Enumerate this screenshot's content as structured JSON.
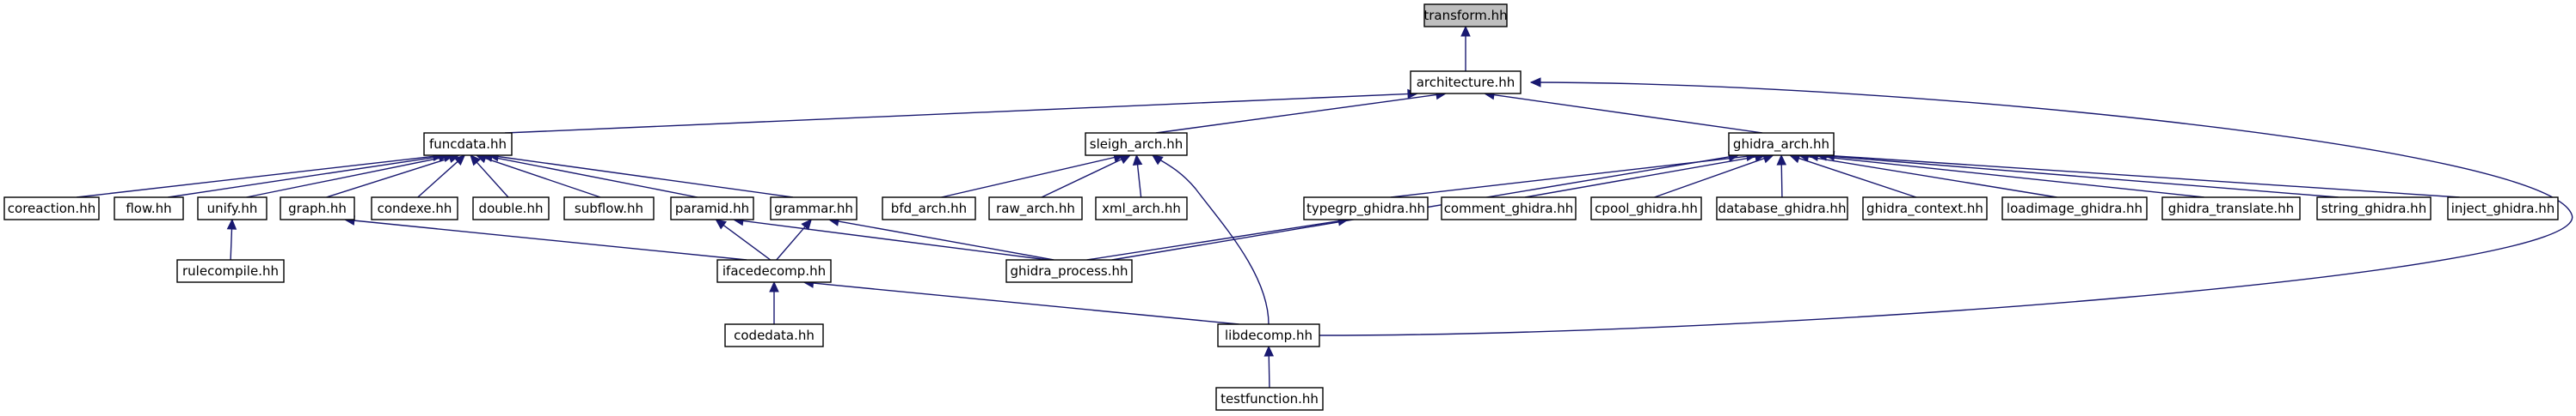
{
  "diagram": {
    "root": "transform.hh",
    "colors": {
      "edge": "#191970",
      "root_fill": "#bfbfbf",
      "node_fill": "#ffffff",
      "border": "#000000"
    },
    "nodes": [
      {
        "id": "transform",
        "label": "transform.hh"
      },
      {
        "id": "architecture",
        "label": "architecture.hh"
      },
      {
        "id": "funcdata",
        "label": "funcdata.hh"
      },
      {
        "id": "sleigh_arch",
        "label": "sleigh_arch.hh"
      },
      {
        "id": "ghidra_arch",
        "label": "ghidra_arch.hh"
      },
      {
        "id": "coreaction",
        "label": "coreaction.hh"
      },
      {
        "id": "flow",
        "label": "flow.hh"
      },
      {
        "id": "unify",
        "label": "unify.hh"
      },
      {
        "id": "graph",
        "label": "graph.hh"
      },
      {
        "id": "condexe",
        "label": "condexe.hh"
      },
      {
        "id": "double",
        "label": "double.hh"
      },
      {
        "id": "subflow",
        "label": "subflow.hh"
      },
      {
        "id": "paramid",
        "label": "paramid.hh"
      },
      {
        "id": "grammar",
        "label": "grammar.hh"
      },
      {
        "id": "bfd_arch",
        "label": "bfd_arch.hh"
      },
      {
        "id": "raw_arch",
        "label": "raw_arch.hh"
      },
      {
        "id": "xml_arch",
        "label": "xml_arch.hh"
      },
      {
        "id": "typegrp_ghidra",
        "label": "typegrp_ghidra.hh"
      },
      {
        "id": "comment_ghidra",
        "label": "comment_ghidra.hh"
      },
      {
        "id": "cpool_ghidra",
        "label": "cpool_ghidra.hh"
      },
      {
        "id": "database_ghidra",
        "label": "database_ghidra.hh"
      },
      {
        "id": "ghidra_context",
        "label": "ghidra_context.hh"
      },
      {
        "id": "loadimage_ghidra",
        "label": "loadimage_ghidra.hh"
      },
      {
        "id": "ghidra_translate",
        "label": "ghidra_translate.hh"
      },
      {
        "id": "string_ghidra",
        "label": "string_ghidra.hh"
      },
      {
        "id": "inject_ghidra",
        "label": "inject_ghidra.hh"
      },
      {
        "id": "rulecompile",
        "label": "rulecompile.hh"
      },
      {
        "id": "ifacedecomp",
        "label": "ifacedecomp.hh"
      },
      {
        "id": "ghidra_process",
        "label": "ghidra_process.hh"
      },
      {
        "id": "codedata",
        "label": "codedata.hh"
      },
      {
        "id": "libdecomp",
        "label": "libdecomp.hh"
      },
      {
        "id": "testfunction",
        "label": "testfunction.hh"
      }
    ],
    "edges": [
      [
        "architecture",
        "transform"
      ],
      [
        "funcdata",
        "architecture"
      ],
      [
        "sleigh_arch",
        "architecture"
      ],
      [
        "ghidra_arch",
        "architecture"
      ],
      [
        "libdecomp",
        "architecture"
      ],
      [
        "coreaction",
        "funcdata"
      ],
      [
        "flow",
        "funcdata"
      ],
      [
        "unify",
        "funcdata"
      ],
      [
        "graph",
        "funcdata"
      ],
      [
        "condexe",
        "funcdata"
      ],
      [
        "double",
        "funcdata"
      ],
      [
        "subflow",
        "funcdata"
      ],
      [
        "paramid",
        "funcdata"
      ],
      [
        "grammar",
        "funcdata"
      ],
      [
        "bfd_arch",
        "sleigh_arch"
      ],
      [
        "raw_arch",
        "sleigh_arch"
      ],
      [
        "xml_arch",
        "sleigh_arch"
      ],
      [
        "libdecomp",
        "sleigh_arch"
      ],
      [
        "ghidra_process",
        "ghidra_arch"
      ],
      [
        "typegrp_ghidra",
        "ghidra_arch"
      ],
      [
        "comment_ghidra",
        "ghidra_arch"
      ],
      [
        "cpool_ghidra",
        "ghidra_arch"
      ],
      [
        "database_ghidra",
        "ghidra_arch"
      ],
      [
        "ghidra_context",
        "ghidra_arch"
      ],
      [
        "loadimage_ghidra",
        "ghidra_arch"
      ],
      [
        "ghidra_translate",
        "ghidra_arch"
      ],
      [
        "string_ghidra",
        "ghidra_arch"
      ],
      [
        "inject_ghidra",
        "ghidra_arch"
      ],
      [
        "rulecompile",
        "unify"
      ],
      [
        "ifacedecomp",
        "graph"
      ],
      [
        "ifacedecomp",
        "paramid"
      ],
      [
        "ghidra_process",
        "paramid"
      ],
      [
        "ifacedecomp",
        "grammar"
      ],
      [
        "ghidra_process",
        "grammar"
      ],
      [
        "ghidra_process",
        "typegrp_ghidra"
      ],
      [
        "codedata",
        "ifacedecomp"
      ],
      [
        "libdecomp",
        "ifacedecomp"
      ],
      [
        "testfunction",
        "libdecomp"
      ]
    ]
  }
}
